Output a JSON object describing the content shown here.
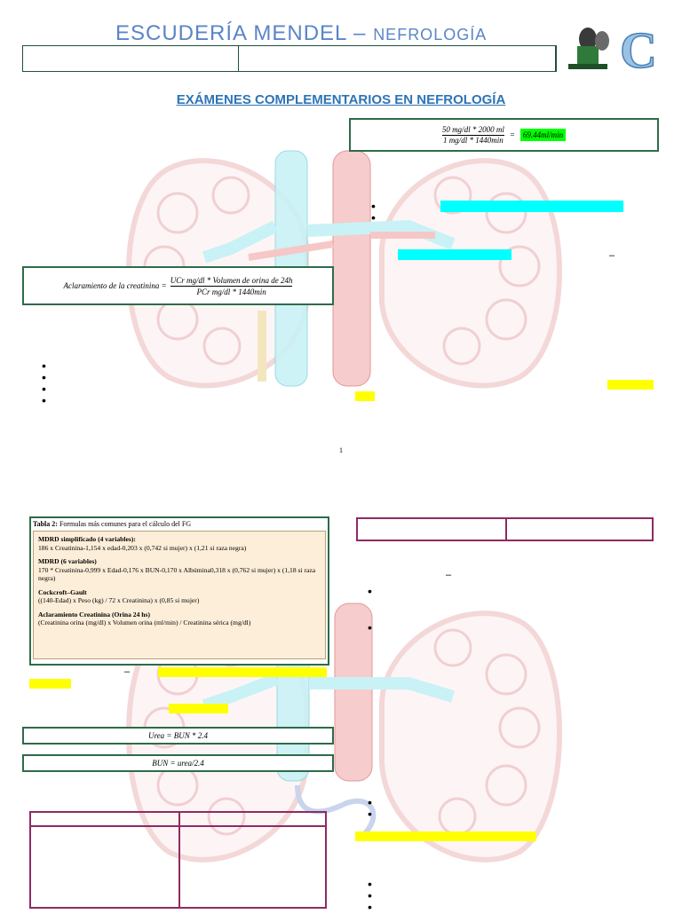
{
  "header": {
    "title_main": "ESCUDERÍA MENDEL",
    "title_dash": " – ",
    "title_sub": "NEFROLOGÍA",
    "logo_letter": "C"
  },
  "heading": "EXÁMENES COMPLEMENTARIOS EN NEFROLOGÍA",
  "formula_top": {
    "num": "50 mg/dl * 2000 ml",
    "den": "1 mg/dl * 1440min",
    "eq": "=",
    "result": "69.44ml/min"
  },
  "formula_aclaramiento": {
    "lhs": "Aclaramiento de la creatinina =",
    "num": "UCr mg/dl * Volumen de orina de 24h",
    "den": "PCr mg/dl * 1440min"
  },
  "dash_marks": [
    "–",
    "–",
    "–"
  ],
  "page_number": "1",
  "tabla2": {
    "caption_bold": "Tabla 2:",
    "caption_rest": " Formulas más comunes para el cálculo del FG",
    "entries": [
      {
        "name": "MDRD simplificado (4 variables):",
        "text": "186 x Creatinina-1,154 x edad-0,203 x (0,742 si mujer) x (1,21 si raza negra)"
      },
      {
        "name": "MDRD (6 variables)",
        "text": "170 * Creatinina-0,999 x Edad-0,176 x BUN-0,170 x Albúmina0,318 x (0,762 si mujer) x (1,18 si raza negra)"
      },
      {
        "name": "Cockcroft–Gault",
        "text": "((140-Edad) x Peso (kg) / 72 x Creatinina) x (0,85 si mujer)"
      },
      {
        "name": "Aclaramiento Creatinina (Orina 24 hs)",
        "text": "(Creatinina orina (mg/dl) x Volumen orina (ml/min) / Creatinina sérica (mg/dl)"
      }
    ]
  },
  "formula_urea": "Urea = BUN * 2.4",
  "formula_bun": "BUN = urea/2.4",
  "colors": {
    "title_blue": "#5b84c8",
    "heading_blue": "#2e74b5",
    "box_green": "#2e6b4a",
    "box_purple": "#8e2a63",
    "highlight_cyan": "#00ffff",
    "highlight_yellow": "#ffff00",
    "highlight_green": "#00ff00"
  }
}
